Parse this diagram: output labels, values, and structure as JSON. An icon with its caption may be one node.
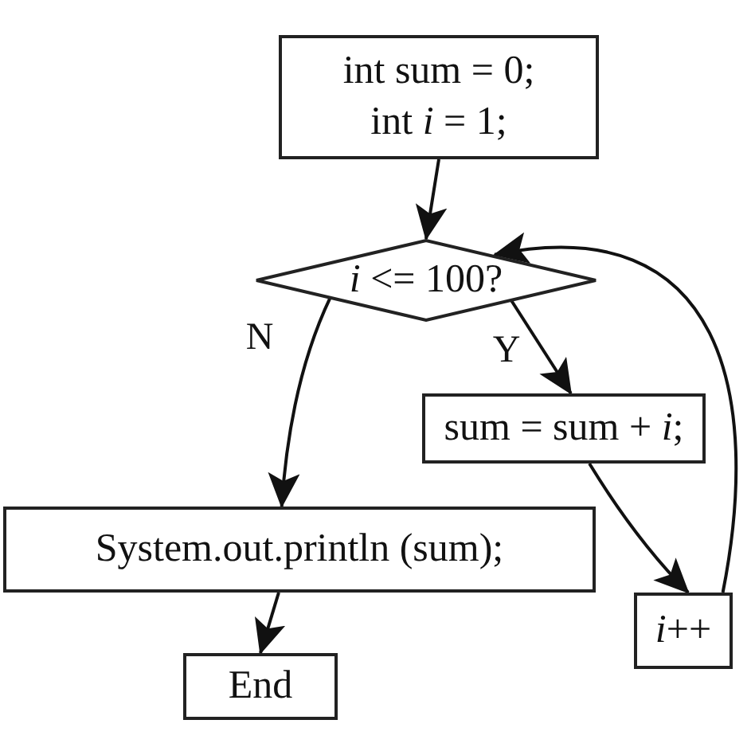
{
  "diagram": {
    "nodes": [
      {
        "text": [
          "int sum = 0; int *i* = 1;"
        ]
      },
      {
        "text": [
          "*i* <= 100?"
        ]
      },
      {
        "text": [
          "sum = sum + *i*;"
        ]
      },
      {
        "text": [
          "System.out.println (sum);"
        ]
      },
      {
        "text": [
          "*i*++"
        ]
      },
      {
        "text": [
          "End"
        ]
      }
    ],
    "edges": [
      {
        "from": 0,
        "to": 1,
        "arrow": "to"
      },
      {
        "from": 1,
        "to": 3,
        "arrow": "to",
        "label": "N"
      },
      {
        "from": 1,
        "to": 2,
        "arrow": "to",
        "label": "Y"
      },
      {
        "from": 2,
        "to": 4,
        "arrow": "to"
      },
      {
        "from": 3,
        "to": 5,
        "arrow": "to"
      },
      {
        "from": 4,
        "to": 1,
        "arrow": "to"
      }
    ]
  }
}
